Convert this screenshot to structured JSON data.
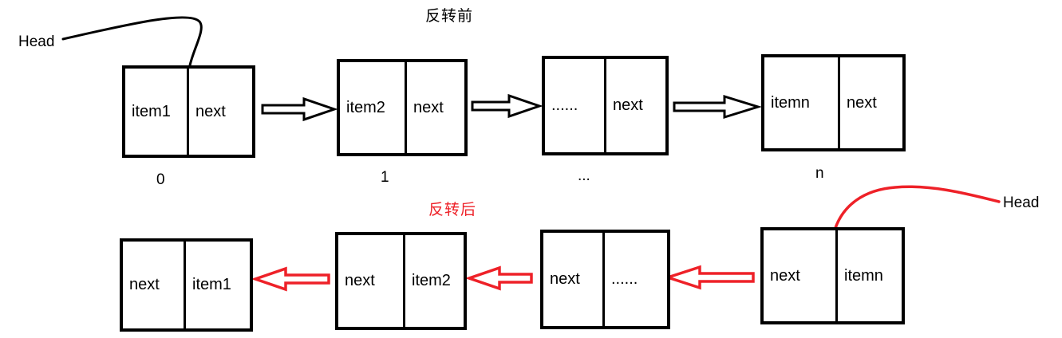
{
  "colors": {
    "ink": "#000000",
    "accent_red": "#ee2128",
    "background": "#ffffff",
    "arrow_fill": "#ffffff"
  },
  "before": {
    "title": "反转前",
    "head_label": "Head",
    "arrow_direction": "right",
    "nodes": [
      {
        "data": "item1",
        "pointer": "next",
        "index": "0"
      },
      {
        "data": "item2",
        "pointer": "next",
        "index": "1"
      },
      {
        "data": "......",
        "pointer": "next",
        "index": "..."
      },
      {
        "data": "itemn",
        "pointer": "next",
        "index": "n"
      }
    ]
  },
  "after": {
    "title": "反转后",
    "head_label": "Head",
    "arrow_direction": "left",
    "nodes": [
      {
        "pointer": "next",
        "data": "item1"
      },
      {
        "pointer": "next",
        "data": "item2"
      },
      {
        "pointer": "next",
        "data": "......"
      },
      {
        "pointer": "next",
        "data": "itemn"
      }
    ]
  }
}
